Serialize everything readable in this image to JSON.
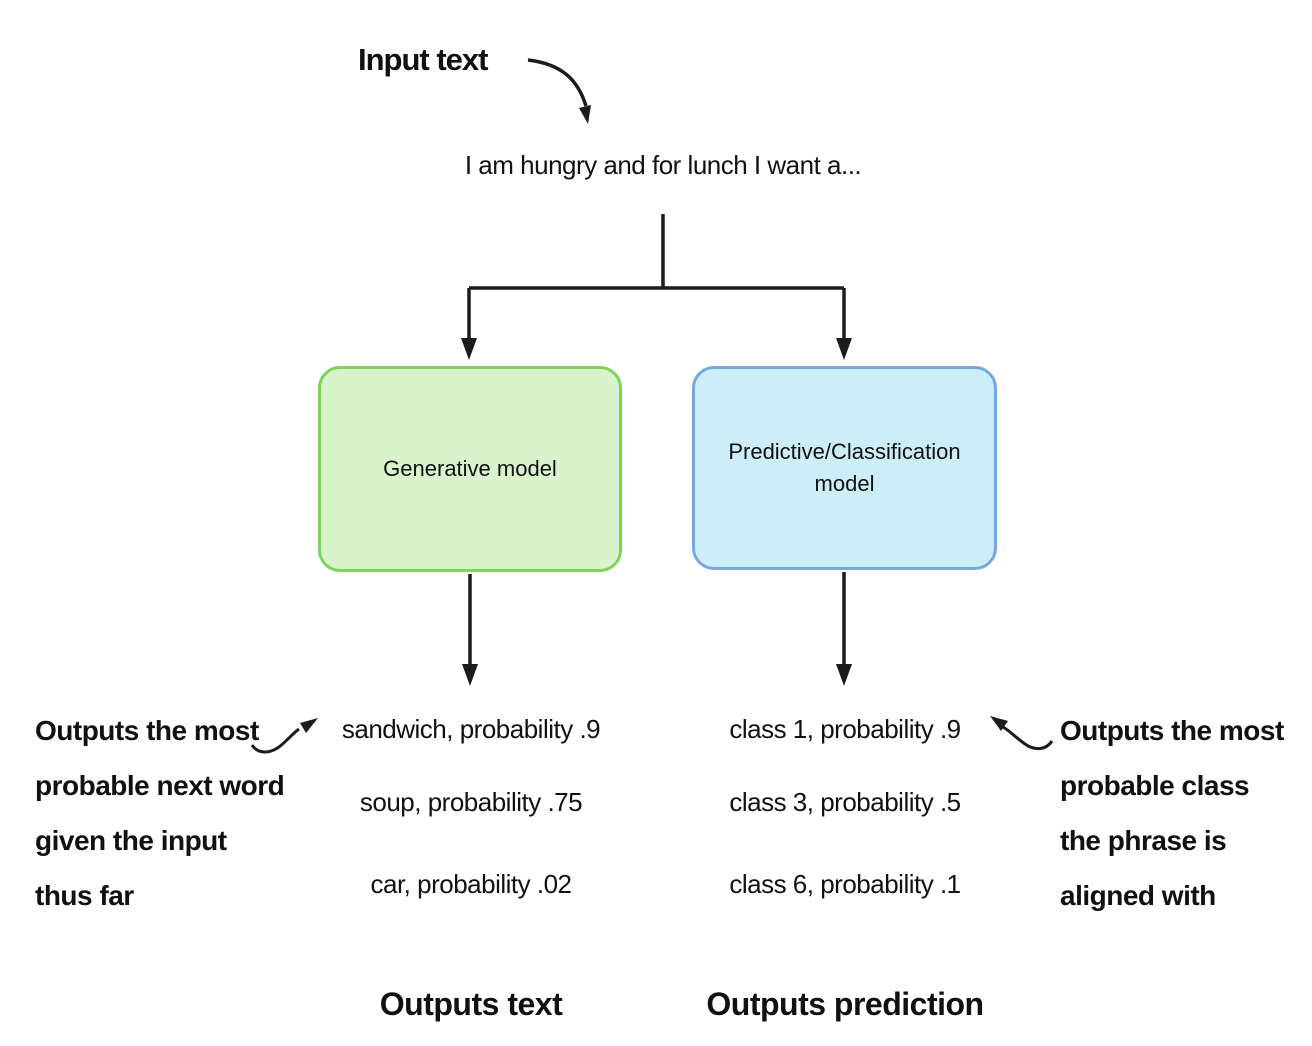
{
  "diagram": {
    "input_label": "Input text",
    "input_sentence": "I am hungry and for lunch I want a...",
    "generative_box": {
      "label": "Generative model",
      "fill_color": "#d9f4cc",
      "border_color": "#7fd35c"
    },
    "predictive_box": {
      "label": "Predictive/Classification model",
      "fill_color": "#cdedf8",
      "border_color": "#76a9e2"
    },
    "generative_outputs": [
      "sandwich, probability .9",
      "soup, probability .75",
      "car, probability .02"
    ],
    "predictive_outputs": [
      "class 1, probability .9",
      "class 3, probability .5",
      "class 6, probability .1"
    ],
    "left_annotation_lines": [
      "Outputs the most",
      "probable next word",
      "given the input",
      "thus far"
    ],
    "right_annotation_lines": [
      "Outputs the most",
      "probable class",
      "the phrase is",
      "aligned with"
    ],
    "generative_caption": "Outputs text",
    "predictive_caption": "Outputs prediction",
    "line_color": "#1c1c1c",
    "text_color": "#111111",
    "background_color": "#ffffff"
  }
}
